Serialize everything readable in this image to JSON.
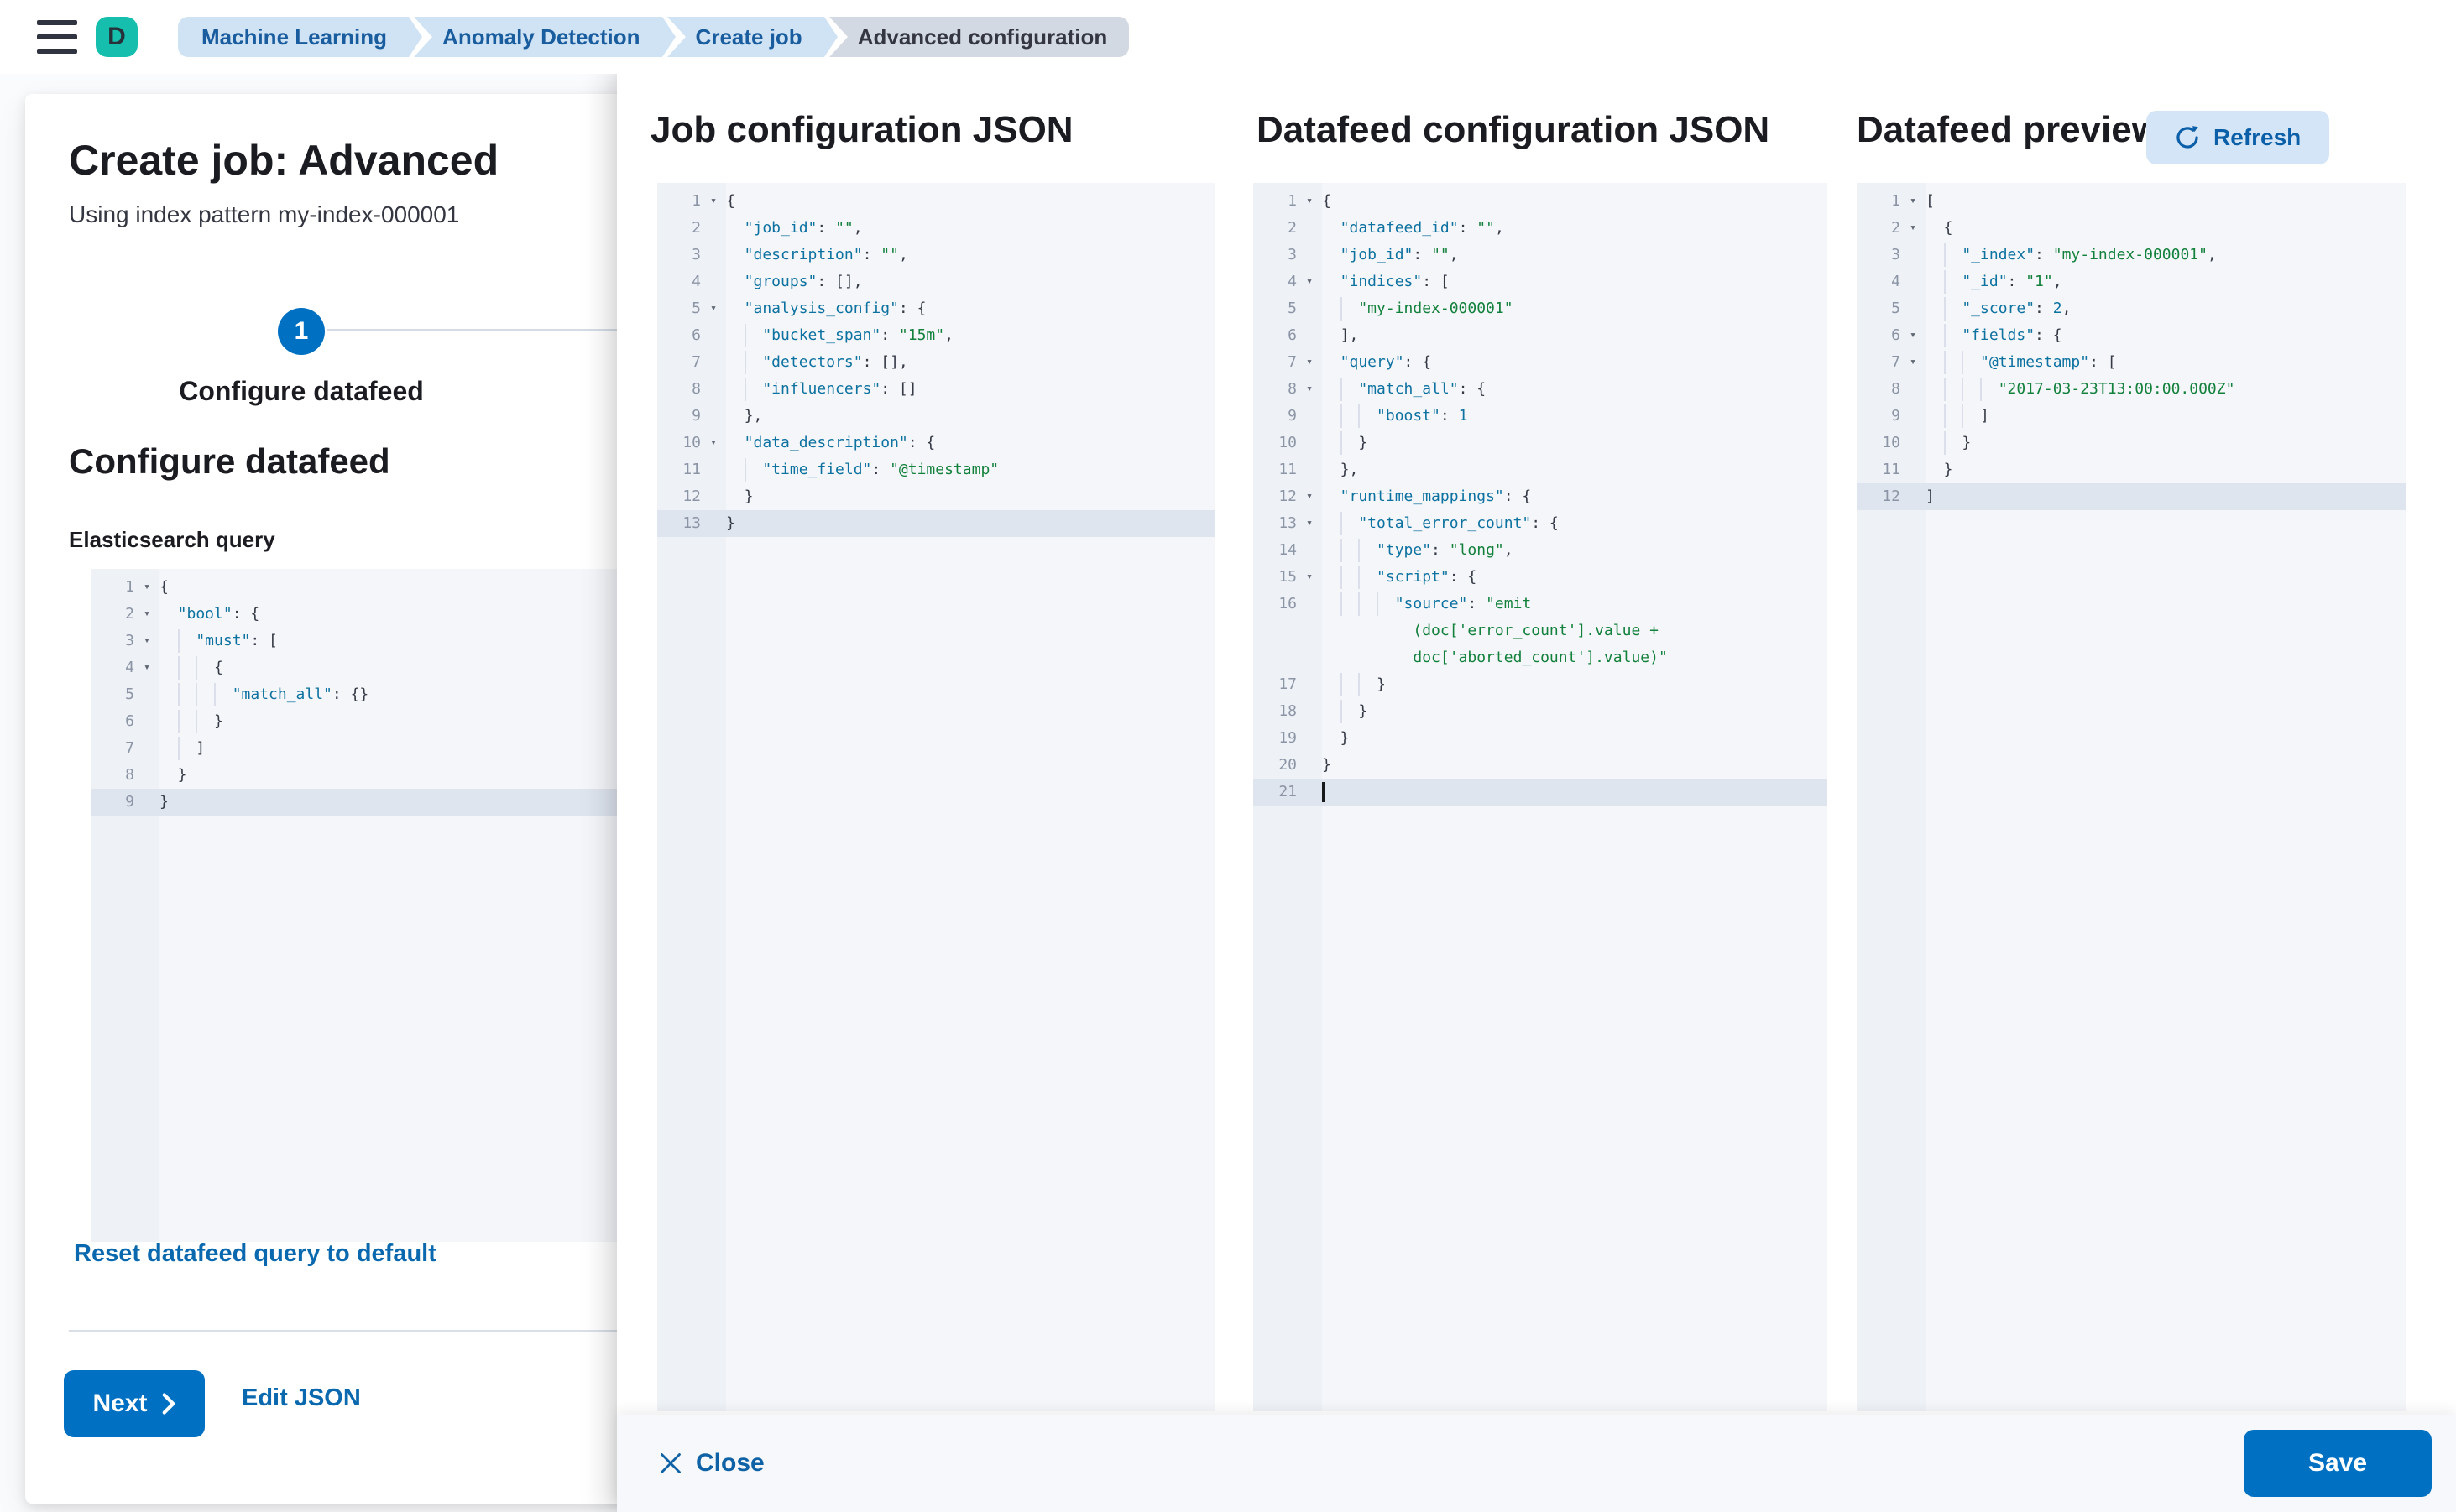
{
  "header": {
    "avatar": "D",
    "breadcrumbs": [
      {
        "label": "Machine Learning",
        "current": false
      },
      {
        "label": "Anomaly Detection",
        "current": false
      },
      {
        "label": "Create job",
        "current": false
      },
      {
        "label": "Advanced configuration",
        "current": true
      }
    ]
  },
  "wizard": {
    "title": "Create job: Advanced",
    "subtitle": "Using index pattern my-index-000001",
    "step_number": "1",
    "step_label": "Configure datafeed",
    "section_heading": "Configure datafeed",
    "query_label": "Elasticsearch query",
    "reset_link": "Reset datafeed query to default",
    "next_label": "Next",
    "edit_json_label": "Edit JSON"
  },
  "flyout": {
    "job_json_title": "Job configuration JSON",
    "datafeed_json_title": "Datafeed configuration JSON",
    "preview_title": "Datafeed preview",
    "refresh_label": "Refresh",
    "close_label": "Close",
    "save_label": "Save"
  },
  "colors": {
    "accent": "#0071c2",
    "link": "#0a69ae",
    "breadcrumb_bg": "#cfe3f5",
    "breadcrumb_text": "#1a5d9e",
    "avatar_bg": "#16bfad",
    "code_key": "#0e72a0",
    "code_string": "#13813c",
    "code_number": "#0e72a0",
    "code_active_line": "#dfe5ef"
  },
  "editors": {
    "es_query": {
      "lines": [
        {
          "n": "1",
          "fold": true,
          "d": 0,
          "t": [
            [
              "p",
              "{"
            ]
          ]
        },
        {
          "n": "2",
          "fold": true,
          "d": 1,
          "t": [
            [
              "k",
              "\"bool\""
            ],
            [
              "p",
              ": {"
            ]
          ]
        },
        {
          "n": "3",
          "fold": true,
          "d": 2,
          "t": [
            [
              "k",
              "\"must\""
            ],
            [
              "p",
              ": ["
            ]
          ]
        },
        {
          "n": "4",
          "fold": true,
          "d": 3,
          "t": [
            [
              "p",
              "{"
            ]
          ]
        },
        {
          "n": "5",
          "d": 4,
          "t": [
            [
              "k",
              "\"match_all\""
            ],
            [
              "p",
              ": {}"
            ]
          ]
        },
        {
          "n": "6",
          "d": 3,
          "t": [
            [
              "p",
              "}"
            ]
          ]
        },
        {
          "n": "7",
          "d": 2,
          "t": [
            [
              "p",
              "]"
            ]
          ]
        },
        {
          "n": "8",
          "d": 1,
          "t": [
            [
              "p",
              "}"
            ]
          ]
        },
        {
          "n": "9",
          "d": 0,
          "hl": true,
          "t": [
            [
              "p",
              "}"
            ]
          ]
        }
      ]
    },
    "job": {
      "lines": [
        {
          "n": "1",
          "fold": true,
          "d": 0,
          "t": [
            [
              "p",
              "{"
            ]
          ]
        },
        {
          "n": "2",
          "d": 1,
          "t": [
            [
              "k",
              "\"job_id\""
            ],
            [
              "p",
              ": "
            ],
            [
              "s",
              "\"\""
            ],
            [
              "p",
              ","
            ]
          ]
        },
        {
          "n": "3",
          "d": 1,
          "t": [
            [
              "k",
              "\"description\""
            ],
            [
              "p",
              ": "
            ],
            [
              "s",
              "\"\""
            ],
            [
              "p",
              ","
            ]
          ]
        },
        {
          "n": "4",
          "d": 1,
          "t": [
            [
              "k",
              "\"groups\""
            ],
            [
              "p",
              ": [],"
            ]
          ]
        },
        {
          "n": "5",
          "fold": true,
          "d": 1,
          "t": [
            [
              "k",
              "\"analysis_config\""
            ],
            [
              "p",
              ": {"
            ]
          ]
        },
        {
          "n": "6",
          "d": 2,
          "t": [
            [
              "k",
              "\"bucket_span\""
            ],
            [
              "p",
              ": "
            ],
            [
              "s",
              "\"15m\""
            ],
            [
              "p",
              ","
            ]
          ]
        },
        {
          "n": "7",
          "d": 2,
          "t": [
            [
              "k",
              "\"detectors\""
            ],
            [
              "p",
              ": [],"
            ]
          ]
        },
        {
          "n": "8",
          "d": 2,
          "t": [
            [
              "k",
              "\"influencers\""
            ],
            [
              "p",
              ": []"
            ]
          ]
        },
        {
          "n": "9",
          "d": 1,
          "t": [
            [
              "p",
              "},"
            ]
          ]
        },
        {
          "n": "10",
          "fold": true,
          "d": 1,
          "t": [
            [
              "k",
              "\"data_description\""
            ],
            [
              "p",
              ": {"
            ]
          ]
        },
        {
          "n": "11",
          "d": 2,
          "t": [
            [
              "k",
              "\"time_field\""
            ],
            [
              "p",
              ": "
            ],
            [
              "s",
              "\"@timestamp\""
            ]
          ]
        },
        {
          "n": "12",
          "d": 1,
          "t": [
            [
              "p",
              "}"
            ]
          ]
        },
        {
          "n": "13",
          "d": 0,
          "hl": true,
          "t": [
            [
              "p",
              "}"
            ]
          ]
        }
      ]
    },
    "datafeed": {
      "lines": [
        {
          "n": "1",
          "fold": true,
          "d": 0,
          "t": [
            [
              "p",
              "{"
            ]
          ]
        },
        {
          "n": "2",
          "d": 1,
          "t": [
            [
              "k",
              "\"datafeed_id\""
            ],
            [
              "p",
              ": "
            ],
            [
              "s",
              "\"\""
            ],
            [
              "p",
              ","
            ]
          ]
        },
        {
          "n": "3",
          "d": 1,
          "t": [
            [
              "k",
              "\"job_id\""
            ],
            [
              "p",
              ": "
            ],
            [
              "s",
              "\"\""
            ],
            [
              "p",
              ","
            ]
          ]
        },
        {
          "n": "4",
          "fold": true,
          "d": 1,
          "t": [
            [
              "k",
              "\"indices\""
            ],
            [
              "p",
              ": ["
            ]
          ]
        },
        {
          "n": "5",
          "d": 2,
          "t": [
            [
              "s",
              "\"my-index-000001\""
            ]
          ]
        },
        {
          "n": "6",
          "d": 1,
          "t": [
            [
              "p",
              "],"
            ]
          ]
        },
        {
          "n": "7",
          "fold": true,
          "d": 1,
          "t": [
            [
              "k",
              "\"query\""
            ],
            [
              "p",
              ": {"
            ]
          ]
        },
        {
          "n": "8",
          "fold": true,
          "d": 2,
          "t": [
            [
              "k",
              "\"match_all\""
            ],
            [
              "p",
              ": {"
            ]
          ]
        },
        {
          "n": "9",
          "d": 3,
          "t": [
            [
              "k",
              "\"boost\""
            ],
            [
              "p",
              ": "
            ],
            [
              "n",
              "1"
            ]
          ]
        },
        {
          "n": "10",
          "d": 2,
          "t": [
            [
              "p",
              "}"
            ]
          ]
        },
        {
          "n": "11",
          "d": 1,
          "t": [
            [
              "p",
              "},"
            ]
          ]
        },
        {
          "n": "12",
          "fold": true,
          "d": 1,
          "t": [
            [
              "k",
              "\"runtime_mappings\""
            ],
            [
              "p",
              ": {"
            ]
          ]
        },
        {
          "n": "13",
          "fold": true,
          "d": 2,
          "t": [
            [
              "k",
              "\"total_error_count\""
            ],
            [
              "p",
              ": {"
            ]
          ]
        },
        {
          "n": "14",
          "d": 3,
          "t": [
            [
              "k",
              "\"type\""
            ],
            [
              "p",
              ": "
            ],
            [
              "s",
              "\"long\""
            ],
            [
              "p",
              ","
            ]
          ]
        },
        {
          "n": "15",
          "fold": true,
          "d": 3,
          "t": [
            [
              "k",
              "\"script\""
            ],
            [
              "p",
              ": {"
            ]
          ]
        },
        {
          "n": "16",
          "d": 4,
          "t": [
            [
              "k",
              "\"source\""
            ],
            [
              "p",
              ": "
            ],
            [
              "s",
              "\"emit"
            ]
          ],
          "wrap": [
            {
              "pad": 10,
              "t": [
                [
                  "s",
                  "(doc['error_count'].value +"
                ]
              ]
            },
            {
              "pad": 10,
              "t": [
                [
                  "s",
                  "doc['aborted_count'].value)\""
                ]
              ]
            }
          ]
        },
        {
          "n": "17",
          "d": 3,
          "t": [
            [
              "p",
              "}"
            ]
          ]
        },
        {
          "n": "18",
          "d": 2,
          "t": [
            [
              "p",
              "}"
            ]
          ]
        },
        {
          "n": "19",
          "d": 1,
          "t": [
            [
              "p",
              "}"
            ]
          ]
        },
        {
          "n": "20",
          "d": 0,
          "t": [
            [
              "p",
              "}"
            ]
          ]
        },
        {
          "n": "21",
          "d": 0,
          "hl": true,
          "cursor": true,
          "t": []
        }
      ]
    },
    "preview": {
      "lines": [
        {
          "n": "1",
          "fold": true,
          "d": 0,
          "t": [
            [
              "p",
              "["
            ]
          ]
        },
        {
          "n": "2",
          "fold": true,
          "d": 1,
          "t": [
            [
              "p",
              "{"
            ]
          ]
        },
        {
          "n": "3",
          "d": 2,
          "t": [
            [
              "k",
              "\"_index\""
            ],
            [
              "p",
              ": "
            ],
            [
              "s",
              "\"my-index-000001\""
            ],
            [
              "p",
              ","
            ]
          ]
        },
        {
          "n": "4",
          "d": 2,
          "t": [
            [
              "k",
              "\"_id\""
            ],
            [
              "p",
              ": "
            ],
            [
              "s",
              "\"1\""
            ],
            [
              "p",
              ","
            ]
          ]
        },
        {
          "n": "5",
          "d": 2,
          "t": [
            [
              "k",
              "\"_score\""
            ],
            [
              "p",
              ": "
            ],
            [
              "n",
              "2"
            ],
            [
              "p",
              ","
            ]
          ]
        },
        {
          "n": "6",
          "fold": true,
          "d": 2,
          "t": [
            [
              "k",
              "\"fields\""
            ],
            [
              "p",
              ": {"
            ]
          ]
        },
        {
          "n": "7",
          "fold": true,
          "d": 3,
          "t": [
            [
              "k",
              "\"@timestamp\""
            ],
            [
              "p",
              ": ["
            ]
          ]
        },
        {
          "n": "8",
          "d": 4,
          "t": [
            [
              "s",
              "\"2017-03-23T13:00:00.000Z\""
            ]
          ]
        },
        {
          "n": "9",
          "d": 3,
          "t": [
            [
              "p",
              "]"
            ]
          ]
        },
        {
          "n": "10",
          "d": 2,
          "t": [
            [
              "p",
              "}"
            ]
          ]
        },
        {
          "n": "11",
          "d": 1,
          "t": [
            [
              "p",
              "}"
            ]
          ]
        },
        {
          "n": "12",
          "d": 0,
          "hl": true,
          "t": [
            [
              "p",
              "]"
            ]
          ]
        }
      ]
    }
  }
}
